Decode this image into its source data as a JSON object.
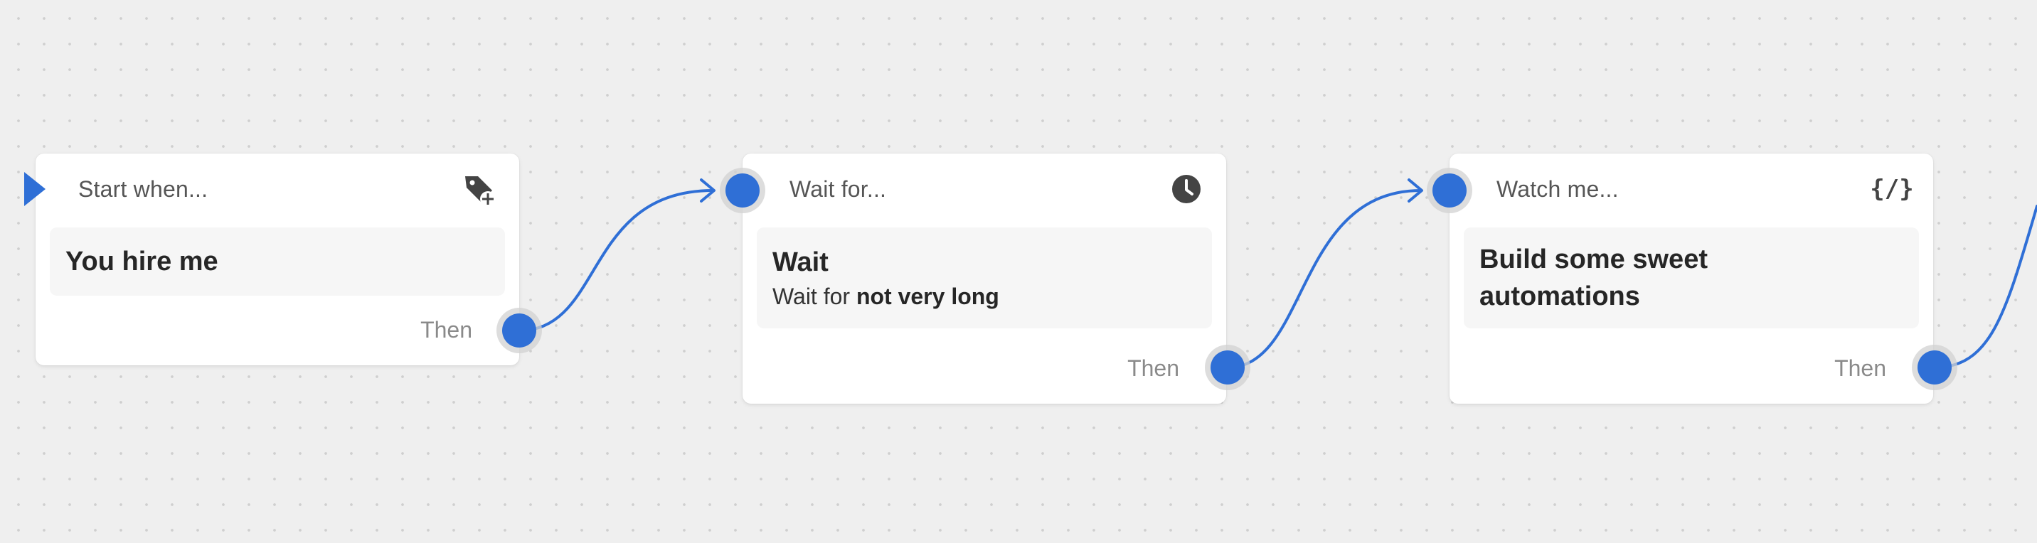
{
  "canvas": {
    "name": "automation-workflow-canvas"
  },
  "nodes": [
    {
      "label": "Start when...",
      "icon": "tag-add-icon",
      "title": "You hire me",
      "then": "Then"
    },
    {
      "label": "Wait for...",
      "icon": "clock-icon",
      "title": "Wait",
      "subtitle_prefix": "Wait for",
      "subtitle_bold": "not very long",
      "then": "Then"
    },
    {
      "label": "Watch me...",
      "icon": "code-braces-icon",
      "icon_text": "{/}",
      "title_line1": "Build some sweet",
      "title_line2": "automations",
      "then": "Then"
    }
  ],
  "colors": {
    "accent": "#2f6fd6",
    "canvas_bg": "#efefef",
    "card_bg": "#ffffff",
    "body_bg": "#f6f6f6"
  }
}
